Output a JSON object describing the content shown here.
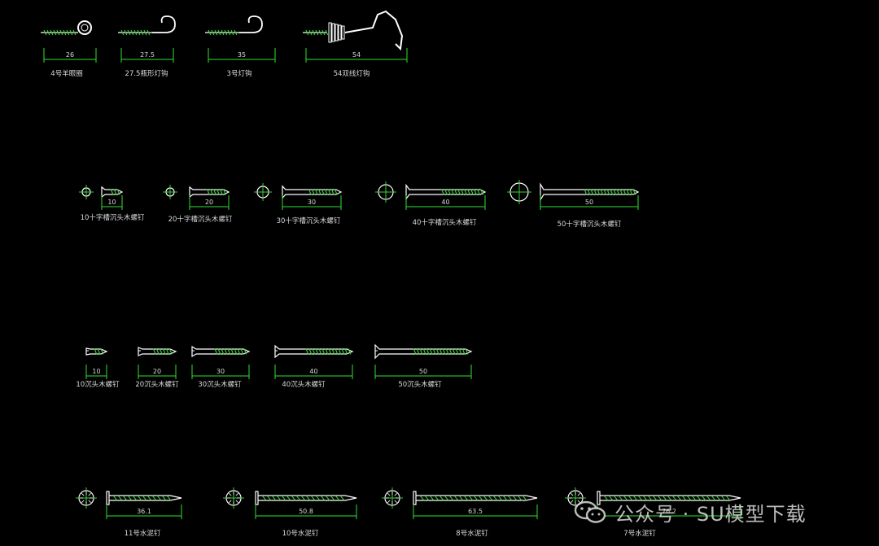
{
  "colors": {
    "line": "#ffffff",
    "thread": "#3bd23b",
    "dim": "#2fe02f",
    "text": "#d8d8d8"
  },
  "rows": [
    {
      "items": [
        {
          "kind": "eye",
          "dim": "26",
          "label": "4号羊眼圈"
        },
        {
          "kind": "hook",
          "dim": "27.5",
          "label": "27.5瓶形灯钩"
        },
        {
          "kind": "hook",
          "dim": "35",
          "label": "3号灯钩"
        },
        {
          "kind": "bighook",
          "dim": "54",
          "label": "54双线灯钩"
        }
      ]
    },
    {
      "items": [
        {
          "kind": "cross",
          "dim": "10",
          "label": "10十字槽沉头木螺钉"
        },
        {
          "kind": "cross",
          "dim": "20",
          "label": "20十字槽沉头木螺钉"
        },
        {
          "kind": "cross",
          "dim": "30",
          "label": "30十字槽沉头木螺钉"
        },
        {
          "kind": "cross",
          "dim": "40",
          "label": "40十字槽沉头木螺钉"
        },
        {
          "kind": "cross",
          "dim": "50",
          "label": "50十字槽沉头木螺钉"
        }
      ]
    },
    {
      "items": [
        {
          "kind": "slot",
          "dim": "10",
          "label": "10沉头木螺钉"
        },
        {
          "kind": "slot",
          "dim": "20",
          "label": "20沉头木螺钉"
        },
        {
          "kind": "slot",
          "dim": "30",
          "label": "30沉头木螺钉"
        },
        {
          "kind": "slot",
          "dim": "40",
          "label": "40沉头木螺钉"
        },
        {
          "kind": "slot",
          "dim": "50",
          "label": "50沉头木螺钉"
        }
      ]
    },
    {
      "items": [
        {
          "kind": "nail",
          "dim": "36.1",
          "label": "11号水泥钉"
        },
        {
          "kind": "nail",
          "dim": "50.8",
          "label": "10号水泥钉"
        },
        {
          "kind": "nail",
          "dim": "63.5",
          "label": "8号水泥钉"
        },
        {
          "kind": "nail",
          "dim": "76.2",
          "label": "7号水泥钉"
        }
      ]
    }
  ],
  "watermark": {
    "text": "公众号 · SU模型下载",
    "icon": "wechat-icon"
  }
}
